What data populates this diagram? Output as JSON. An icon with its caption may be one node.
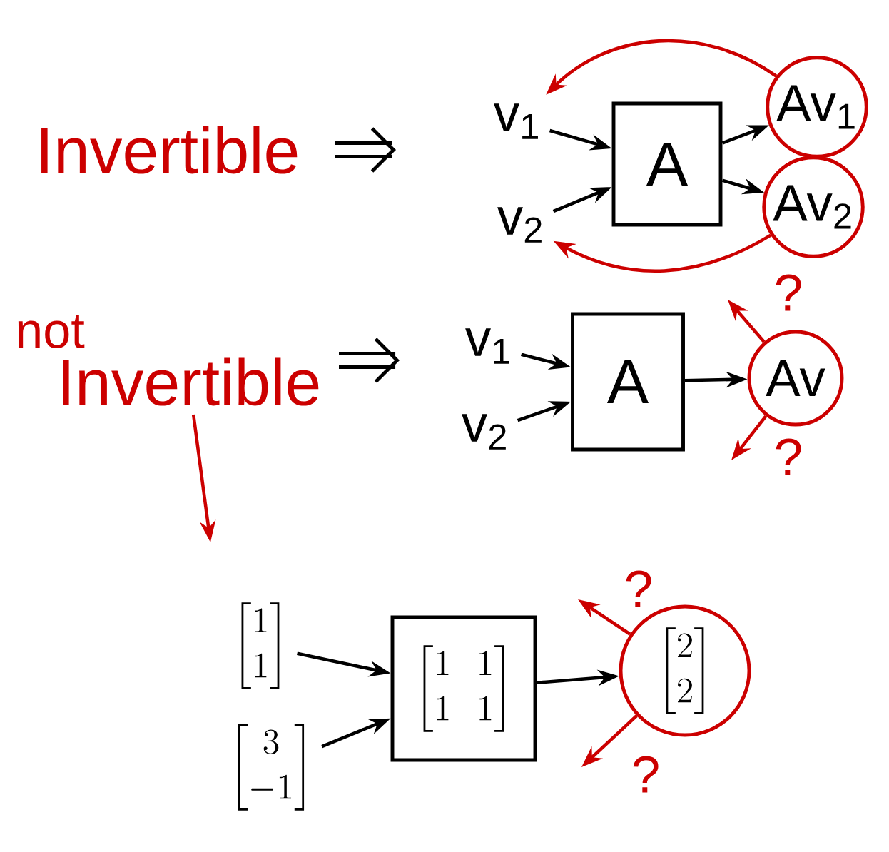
{
  "diagram": {
    "nodes": [
      {
        "text": [
          "v$_{1}$"
        ]
      },
      {
        "text": [
          "v$_{2}$"
        ]
      },
      {
        "text": [
          "A"
        ]
      },
      {
        "text": [
          "Av$_{1}$"
        ]
      },
      {
        "text": [
          "Av$_{2}$"
        ]
      },
      {
        "text": [
          "Invertible"
        ]
      },
      {
        "text": [
          "v$_{1}$"
        ]
      },
      {
        "text": [
          "v$_{2}$"
        ]
      },
      {
        "text": [
          "A"
        ]
      },
      {
        "text": [
          "Av"
        ]
      },
      {
        "text": [
          "\\begin{bmatrix}1\\\\1\\end{bmatrix}"
        ]
      },
      {
        "text": [
          "\\begin{bmatrix}3\\\\-1\\end{bmatrix}"
        ]
      },
      {
        "text": [
          "\\begin{bmatrix}1&1\\\\1&1\\end{bmatrix}"
        ]
      },
      {
        "text": [
          "\\begin{bmatrix}2\\\\2\\end{bmatrix}"
        ]
      }
    ],
    "edges": [
      {
        "from": 0,
        "to": 2,
        "arrow": "to"
      },
      {
        "from": 1,
        "to": 2,
        "arrow": "to"
      },
      {
        "from": 2,
        "to": 3,
        "arrow": "to"
      },
      {
        "from": 2,
        "to": 4,
        "arrow": "to"
      },
      {
        "from": 3,
        "to": 0,
        "arrow": "to",
        "color": "#cc0000"
      },
      {
        "from": 4,
        "to": 1,
        "arrow": "to",
        "color": "#cc0000"
      },
      {
        "from": 6,
        "to": 8,
        "arrow": "to"
      },
      {
        "from": 7,
        "to": 8,
        "arrow": "to"
      },
      {
        "from": 8,
        "to": 9,
        "arrow": "to"
      },
      {
        "from": 9,
        "to": null,
        "arrow": "to",
        "label": "?",
        "color": "#cc0000"
      },
      {
        "from": 9,
        "to": null,
        "arrow": "to",
        "label": "?",
        "color": "#cc0000"
      },
      {
        "from": 5,
        "to": null,
        "arrow": "to",
        "color": "#cc0000"
      },
      {
        "from": 10,
        "to": 12,
        "arrow": "to"
      },
      {
        "from": 11,
        "to": 12,
        "arrow": "to"
      },
      {
        "from": 12,
        "to": 13,
        "arrow": "to"
      },
      {
        "from": 13,
        "to": null,
        "arrow": "to",
        "label": "?",
        "color": "#cc0000"
      },
      {
        "from": 13,
        "to": null,
        "arrow": "to",
        "label": "?",
        "color": "#cc0000"
      }
    ],
    "labels": [
      "Invertible",
      "not"
    ]
  }
}
